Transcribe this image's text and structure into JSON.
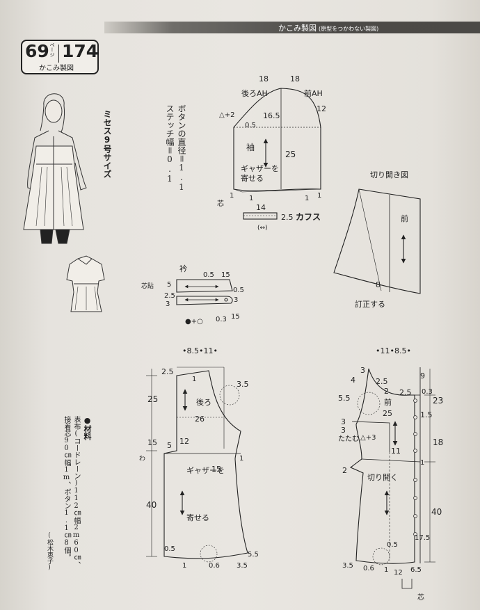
{
  "header": {
    "title": "かこみ製図",
    "subtitle": "(原型をつかわない製図)"
  },
  "badge": {
    "page_ref": "69",
    "page_unit": "ページ",
    "number": "174",
    "caption": "かこみ製図"
  },
  "size_note": "ミセス9号サイズ",
  "button_note": {
    "line1": "ボタンの直径＝1.1",
    "line2": "ステッチ幅＝0.1"
  },
  "materials": {
    "title": "●材料",
    "line1": "表布(コードレーン)112㎝幅2m60㎝、",
    "line2": "接着芯90㎝幅1m、ボタン1.1㎝8個。",
    "credit": "(松木恵子)"
  },
  "sleeve": {
    "back_ah": "後ろAH",
    "front_ah": "前AH",
    "name": "袖",
    "gather_line1": "ギャザーを",
    "gather_line2": "寄せる",
    "interfacing": "芯",
    "m_18a": "18",
    "m_18b": "18",
    "m_12": "12",
    "m_165": "16.5",
    "m_05": "0.5",
    "m_25": "25",
    "m_1a": "1",
    "m_1b": "1",
    "m_1c": "1",
    "m_1d": "1",
    "tri_mark": "△+2"
  },
  "cuff": {
    "label": "カフス",
    "m_14": "14",
    "m_25": "2.5",
    "arrow_note": "(↔)"
  },
  "slash": {
    "title": "切り開き図",
    "front": "前",
    "m_8": "8",
    "correct": "訂正する"
  },
  "collar": {
    "label": "衿",
    "interfacing": "芯貼",
    "m_05a": "0.5",
    "m_15a": "15",
    "m_5": "5",
    "m_05b": "0.5",
    "m_25": "2.5",
    "m_3a": "3",
    "m_3b": "3",
    "m_03": "0.3",
    "m_15b": "15",
    "formula": "●+○"
  },
  "back_body": {
    "name": "後ろ",
    "gather_line1": "ギャザーを",
    "gather_line2": "寄せる",
    "top_note": "•8.5•11•",
    "m_25a": "2.5",
    "m_1a": "1",
    "m_35": "3.5",
    "m_25b": "25",
    "m_26": "26",
    "m_15a": "15",
    "m_5": "5",
    "m_12": "12",
    "m_1b": "1",
    "m_15b": "15",
    "m_40": "40",
    "m_05": "0.5",
    "m_1c": "1",
    "m_06": "0.6",
    "m_35b": "3.5",
    "m_55": "5.5",
    "m_w": "わ"
  },
  "front_body": {
    "name": "前",
    "slash": "切り開く",
    "tuck": "たたむ",
    "top_note": "•11•8.5•",
    "m_3a": "3",
    "m_4": "4",
    "m_25a": "2.5",
    "m_9": "9",
    "m_03": "0.3",
    "m_25b": "2.5",
    "m_23": "23",
    "m_55": "5.5",
    "m_2a": "2",
    "m_25c": "25",
    "m_15": "1.5",
    "m_3b": "3",
    "m_3c": "3",
    "m_tri": "△+3",
    "m_18": "18",
    "m_11": "11",
    "m_2b": "2",
    "m_1": "1",
    "m_40": "40",
    "m_175": "17.5",
    "m_05": "0.5",
    "m_35": "3.5",
    "m_06": "0.6",
    "m_1b": "1",
    "m_12": "12",
    "m_65": "6.5",
    "interfacing": "芯"
  }
}
